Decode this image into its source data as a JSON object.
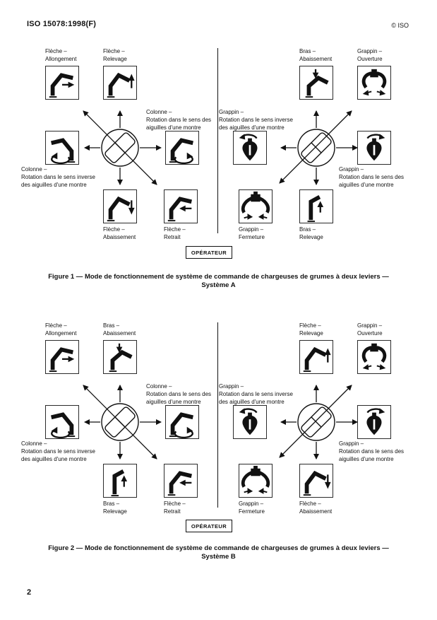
{
  "header": {
    "doc_ref": "ISO 15078:1998(F)",
    "copyright_notice": "© ISO"
  },
  "page_number": "2",
  "figure1": {
    "operator_label": "OPÉRATEUR",
    "caption": {
      "line1": "Figure 1 — Mode de fonctionnement de système de commande de chargeuses de grumes à deux leviers —",
      "line2": "Système A"
    },
    "left_lever": {
      "up_left": {
        "line1": "Flèche –",
        "line2": "Allongement",
        "icon": "boom-extend-icon"
      },
      "up": {
        "line1": "Flèche –",
        "line2": "Relevage",
        "icon": "boom-raise-icon"
      },
      "clockwise_label": [
        "Colonne –",
        "Rotation dans le sens des",
        "aiguilles d'une montre"
      ],
      "counterclockwise_label": [
        "Colonne –",
        "Rotation dans le sens inverse",
        "des aiguilles d'une montre"
      ],
      "left": {
        "icon": "column-rotate-ccw-icon"
      },
      "right": {
        "icon": "column-rotate-cw-icon"
      },
      "down": {
        "line1": "Flèche –",
        "line2": "Abaissement",
        "icon": "boom-lower-icon"
      },
      "down_right": {
        "line1": "Flèche –",
        "line2": "Retrait",
        "icon": "boom-retract-icon"
      }
    },
    "right_lever": {
      "up": {
        "line1": "Bras –",
        "line2": "Abaissement",
        "icon": "arm-lower-icon"
      },
      "up_right": {
        "line1": "Grappin –",
        "line2": "Ouverture",
        "icon": "grapple-open-icon"
      },
      "counterclockwise_label": [
        "Grappin –",
        "Rotation dans le sens inverse",
        "des aiguilles d'une montre"
      ],
      "clockwise_label": [
        "Grappin –",
        "Rotation dans le sens des",
        "aiguilles d'une montre"
      ],
      "left": {
        "icon": "grapple-rotate-ccw-icon"
      },
      "right": {
        "icon": "grapple-rotate-cw-icon"
      },
      "down_left": {
        "line1": "Grappin –",
        "line2": "Fermeture",
        "icon": "grapple-close-icon"
      },
      "down": {
        "line1": "Bras –",
        "line2": "Relevage",
        "icon": "arm-raise-icon"
      }
    }
  },
  "figure2": {
    "operator_label": "OPÉRATEUR",
    "caption": {
      "line1": "Figure 2 — Mode de fonctionnement de système de commande de chargeuses de grumes à deux leviers —",
      "line2": "Système B"
    },
    "left_lever": {
      "up_left": {
        "line1": "Flèche –",
        "line2": "Allongement",
        "icon": "boom-extend-icon"
      },
      "up": {
        "line1": "Bras –",
        "line2": "Abaissement",
        "icon": "arm-lower-icon"
      },
      "clockwise_label": [
        "Colonne –",
        "Rotation dans le sens des",
        "aiguilles d'une montre"
      ],
      "counterclockwise_label": [
        "Colonne –",
        "Rotation dans le sens inverse",
        "des aiguilles d'une montre"
      ],
      "left": {
        "icon": "column-rotate-ccw-icon"
      },
      "right": {
        "icon": "column-rotate-cw-icon"
      },
      "down": {
        "line1": "Bras –",
        "line2": "Relevage",
        "icon": "arm-raise-icon"
      },
      "down_right": {
        "line1": "Flèche –",
        "line2": "Retrait",
        "icon": "boom-retract-icon"
      }
    },
    "right_lever": {
      "up": {
        "line1": "Flèche –",
        "line2": "Relevage",
        "icon": "boom-raise-icon"
      },
      "up_right": {
        "line1": "Grappin –",
        "line2": "Ouverture",
        "icon": "grapple-open-icon"
      },
      "counterclockwise_label": [
        "Grappin –",
        "Rotation dans le sens inverse",
        "des aiguilles d'une montre"
      ],
      "clockwise_label": [
        "Grappin –",
        "Rotation dans le sens des",
        "aiguilles d'une montre"
      ],
      "left": {
        "icon": "grapple-rotate-ccw-icon"
      },
      "right": {
        "icon": "grapple-rotate-cw-icon"
      },
      "down_left": {
        "line1": "Grappin –",
        "line2": "Fermeture",
        "icon": "grapple-close-icon"
      },
      "down": {
        "line1": "Flèche –",
        "line2": "Abaissement",
        "icon": "boom-lower-icon"
      }
    }
  }
}
